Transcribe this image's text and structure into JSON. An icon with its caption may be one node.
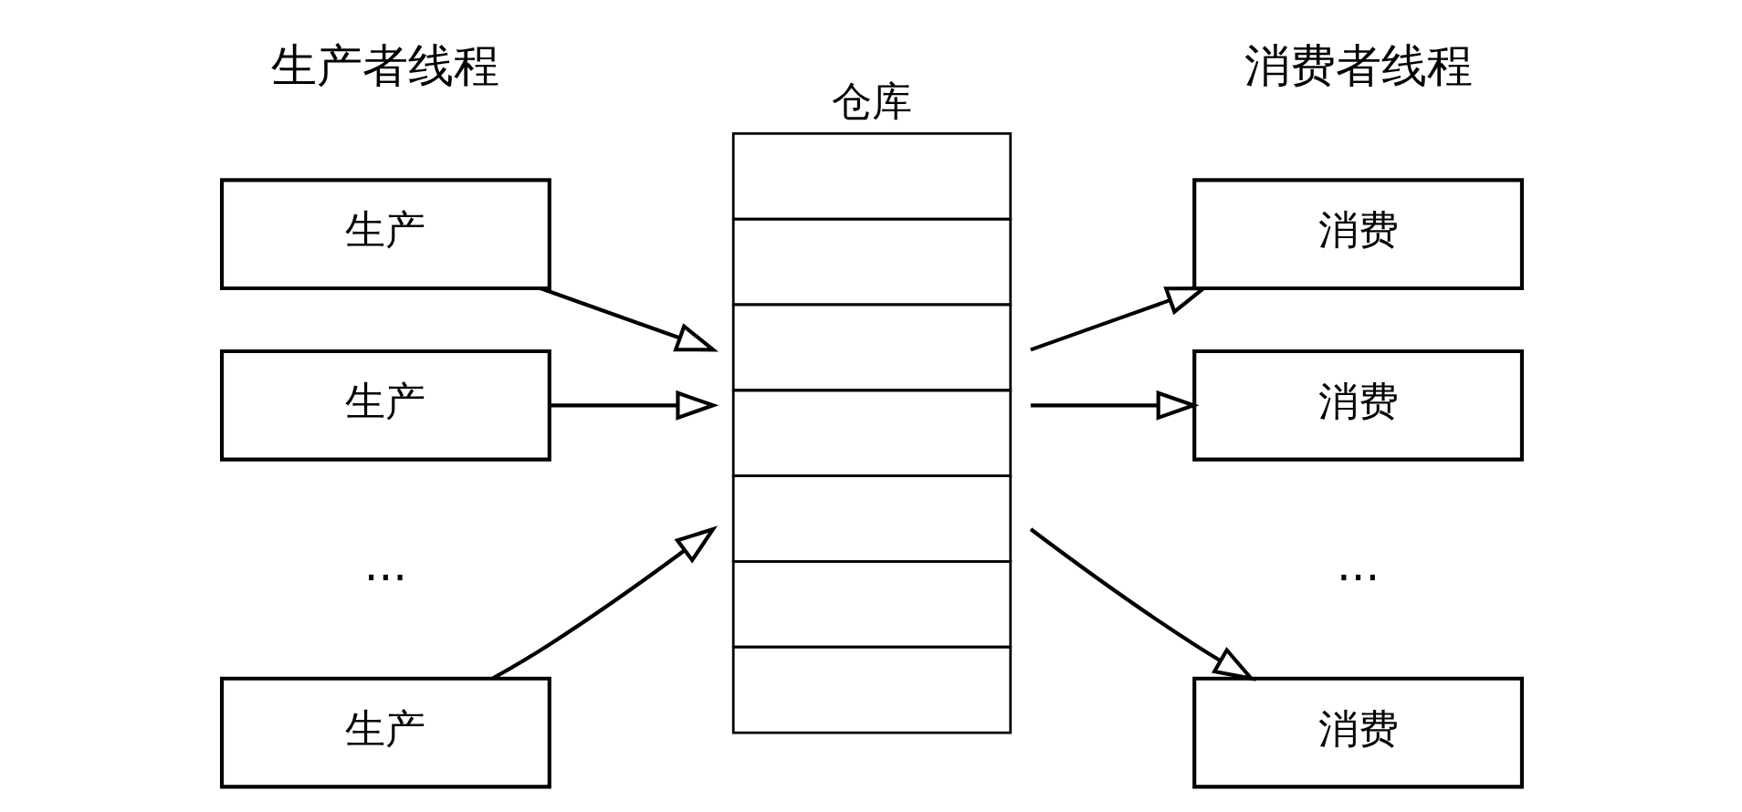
{
  "diagram": {
    "nodes": [
      {
        "text": [
          "生产"
        ]
      },
      {
        "text": [
          "生产"
        ]
      },
      {
        "text": [
          "生产"
        ]
      },
      {
        "text": [
          "仓库"
        ]
      },
      {
        "text": [
          "消费"
        ]
      },
      {
        "text": [
          "消费"
        ]
      },
      {
        "text": [
          "消费"
        ]
      }
    ],
    "edges": [
      {
        "from": 0,
        "to": 3,
        "arrow": "to"
      },
      {
        "from": 1,
        "to": 3,
        "arrow": "to"
      },
      {
        "from": 2,
        "to": 3,
        "arrow": "to"
      },
      {
        "from": 3,
        "to": 4,
        "arrow": "to"
      },
      {
        "from": 3,
        "to": 5,
        "arrow": "to"
      },
      {
        "from": 3,
        "to": 6,
        "arrow": "to"
      }
    ],
    "labels": [
      "生产者线程",
      "消费者线程",
      "...",
      "..."
    ]
  }
}
